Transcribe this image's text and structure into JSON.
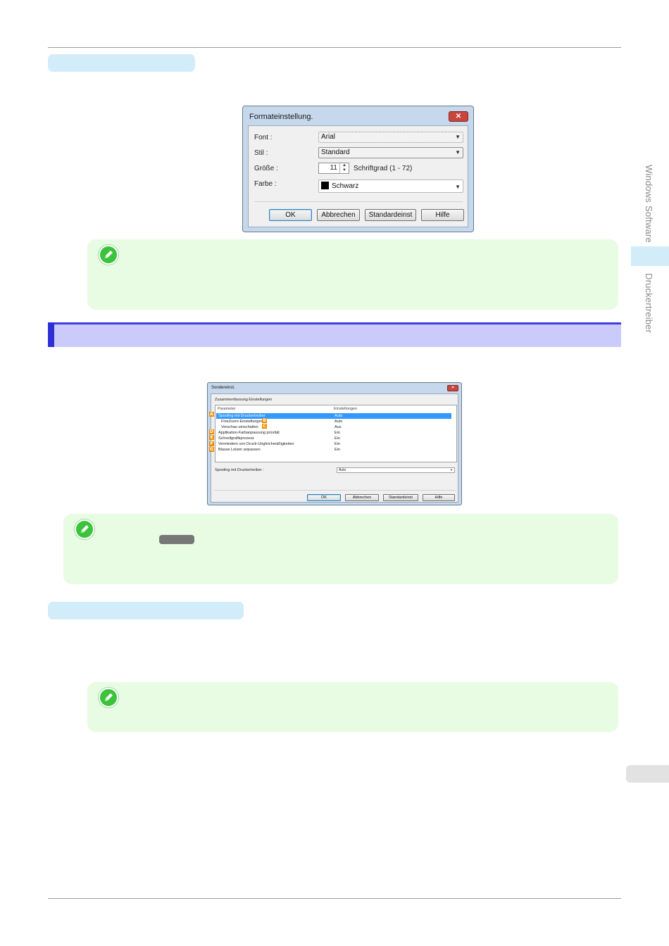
{
  "side": {
    "section_label": "Windows Software",
    "chapter_label": "Druckertreiber"
  },
  "dialog_format": {
    "title": "Formateinstellung.",
    "close_glyph": "✕",
    "labels": {
      "font": "Font :",
      "style": "Stil :",
      "size": "Größe :",
      "color": "Farbe :"
    },
    "font_value": "Arial",
    "style_value": "Standard",
    "size_value": "11",
    "size_range_label": "Schriftgrad (1 - 72)",
    "color_value": "Schwarz",
    "buttons": {
      "ok": "OK",
      "cancel": "Abbrechen",
      "defaults": "Standardeinst",
      "help": "Hilfe"
    }
  },
  "dialog_special": {
    "title": "Sondereinst.",
    "close_glyph": "✕",
    "group_label": "Zusammenfassung Einstellungen",
    "columns": [
      "Parameter",
      "Einstellungen"
    ],
    "rows": [
      {
        "marker": "A",
        "parameter": "Spooling mit Druckertreiber",
        "value": "Auto",
        "selected": true
      },
      {
        "marker": "B",
        "parameter": "FineZoom-Einstellungen",
        "value": "Auto",
        "selected": false
      },
      {
        "marker": "C",
        "parameter": "Vorschau umschalten",
        "value": "Aus",
        "selected": false
      },
      {
        "marker": "D",
        "parameter": "Applikation-Farbanpassung priorität",
        "value": "Ein",
        "selected": false
      },
      {
        "marker": "E",
        "parameter": "Schnellgrafikprozess",
        "value": "Ein",
        "selected": false
      },
      {
        "marker": "F",
        "parameter": "Vermindern von Druck-Ungleichmäßigkeiten",
        "value": "Ein",
        "selected": false
      },
      {
        "marker": "G",
        "parameter": "Blasse Leisen anpassen",
        "value": "Ein",
        "selected": false
      }
    ],
    "detail_label": "Spooling mit Druckertreiber :",
    "detail_value": "Auto",
    "buttons": {
      "ok": "OK",
      "cancel": "Abbrechen",
      "defaults": "Standardeinst",
      "help": "Hilfe"
    }
  },
  "colors": {
    "heading_pill": "#d3ecfa",
    "topic_bar": "#cbcbfb",
    "topic_accent": "#2f2fd6",
    "note_bg": "#e8fbe3",
    "note_icon": "#3bc33b",
    "marker": "#f08a00"
  },
  "icons": [
    "note-pencil-icon",
    "chevron-down-icon",
    "close-icon",
    "spin-updown-icon"
  ]
}
